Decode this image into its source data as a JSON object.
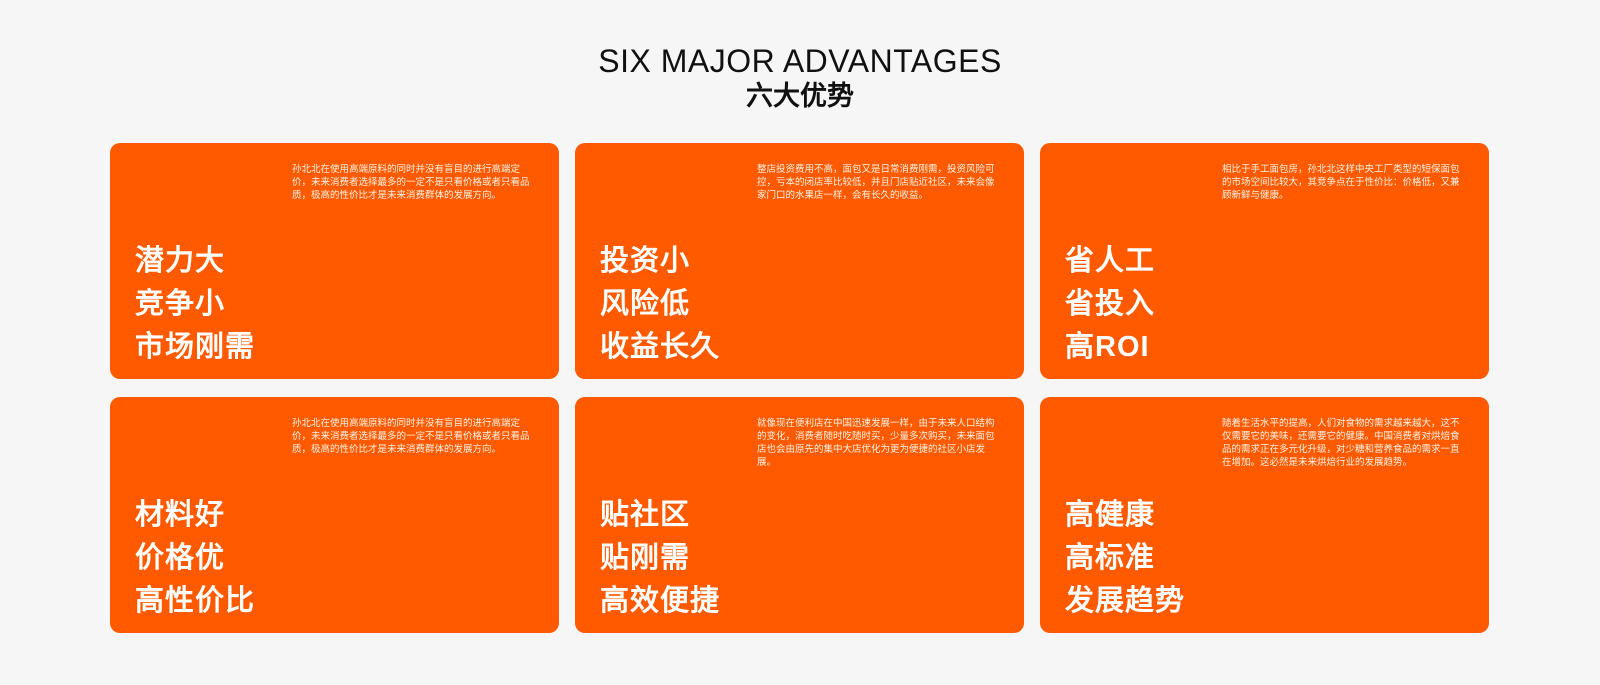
{
  "header": {
    "title_en": "SIX MAJOR ADVANTAGES",
    "title_cn": "六大优势"
  },
  "colors": {
    "background": "#f6f6f7",
    "card": "#ff5a00",
    "text_on_card": "#ffffff",
    "heading_text": "#111111"
  },
  "cards": [
    {
      "desc": "孙北北在使用高端原料的同时并没有盲目的进行高端定价，未来消费者选择最多的一定不是只看价格或者只看品质，极高的性价比才是未来消费群体的发展方向。",
      "lines": [
        "潜力大",
        "竞争小",
        "市场刚需"
      ]
    },
    {
      "desc": "整店投资费用不高，面包又是日常消费刚需，投资风险可控，亏本的闭店率比较低，并且门店贴近社区，未来会像家门口的水果店一样，会有长久的收益。",
      "lines": [
        "投资小",
        "风险低",
        "收益长久"
      ]
    },
    {
      "desc": "相比于手工面包房，孙北北这样中央工厂类型的短保面包的市场空间比较大，其竞争点在于性价比：价格低，又兼顾新鲜与健康。",
      "lines": [
        "省人工",
        "省投入",
        "高ROI"
      ]
    },
    {
      "desc": "孙北北在使用高端原料的同时并没有盲目的进行高端定价，未来消费者选择最多的一定不是只看价格或者只看品质，极高的性价比才是未来消费群体的发展方向。",
      "lines": [
        "材料好",
        "价格优",
        "高性价比"
      ]
    },
    {
      "desc": "就像现在便利店在中国迅速发展一样，由于未来人口结构的变化，消费者随时吃随时买，少量多次购买，未来面包店也会由原先的集中大店优化为更为便捷的社区小店发展。",
      "lines": [
        "贴社区",
        "贴刚需",
        "高效便捷"
      ]
    },
    {
      "desc": "随着生活水平的提高，人们对食物的需求越来越大，这不仅需要它的美味，还需要它的健康。中国消费者对烘焙食品的需求正在多元化升级，对少糖和营养食品的需求一直在增加。这必然是未来烘焙行业的发展趋势。",
      "lines": [
        "高健康",
        "高标准",
        "发展趋势"
      ]
    }
  ]
}
